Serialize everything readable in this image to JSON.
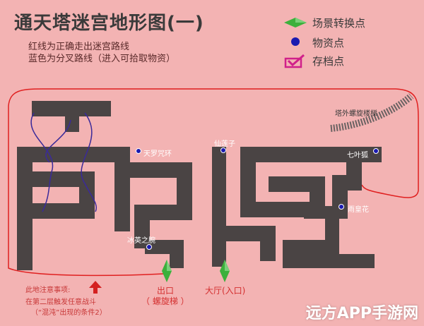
{
  "title": "通天塔迷宫地形图(一)",
  "subtitle_red": "红线为正确走出迷宫路线",
  "subtitle_blue": "蓝色为分叉路线（进入可拾取物资）",
  "legend": {
    "transfer_point": "场景转换点",
    "resource_point": "物资点",
    "save_point": "存档点"
  },
  "labels": {
    "outer_stairs": "塔外螺旋楼梯",
    "item_tianluo": "天罗咒环",
    "item_xianlian": "仙莲子",
    "item_qiye": "七叶狐",
    "item_yuhuang": "雨皇花",
    "item_bingying": "冰英之腕",
    "exit": "出口",
    "exit_sub": "（ 螺旋梯 ）",
    "hall": "大厅(入口)"
  },
  "notes": {
    "line1": "此地注意事项:",
    "line2": "在第二层触发任意战斗",
    "line3": "（“混沌”出现的条件2）"
  },
  "watermark": "远方APP手游网",
  "colors": {
    "background": "#f3b3b3",
    "wall": "#4a4444",
    "red_route": "#e02020",
    "blue_route": "#3a2a9a",
    "transfer_green": "#3cb03c",
    "resource_blue": "#1a1ab0",
    "save_magenta": "#d0208a"
  }
}
